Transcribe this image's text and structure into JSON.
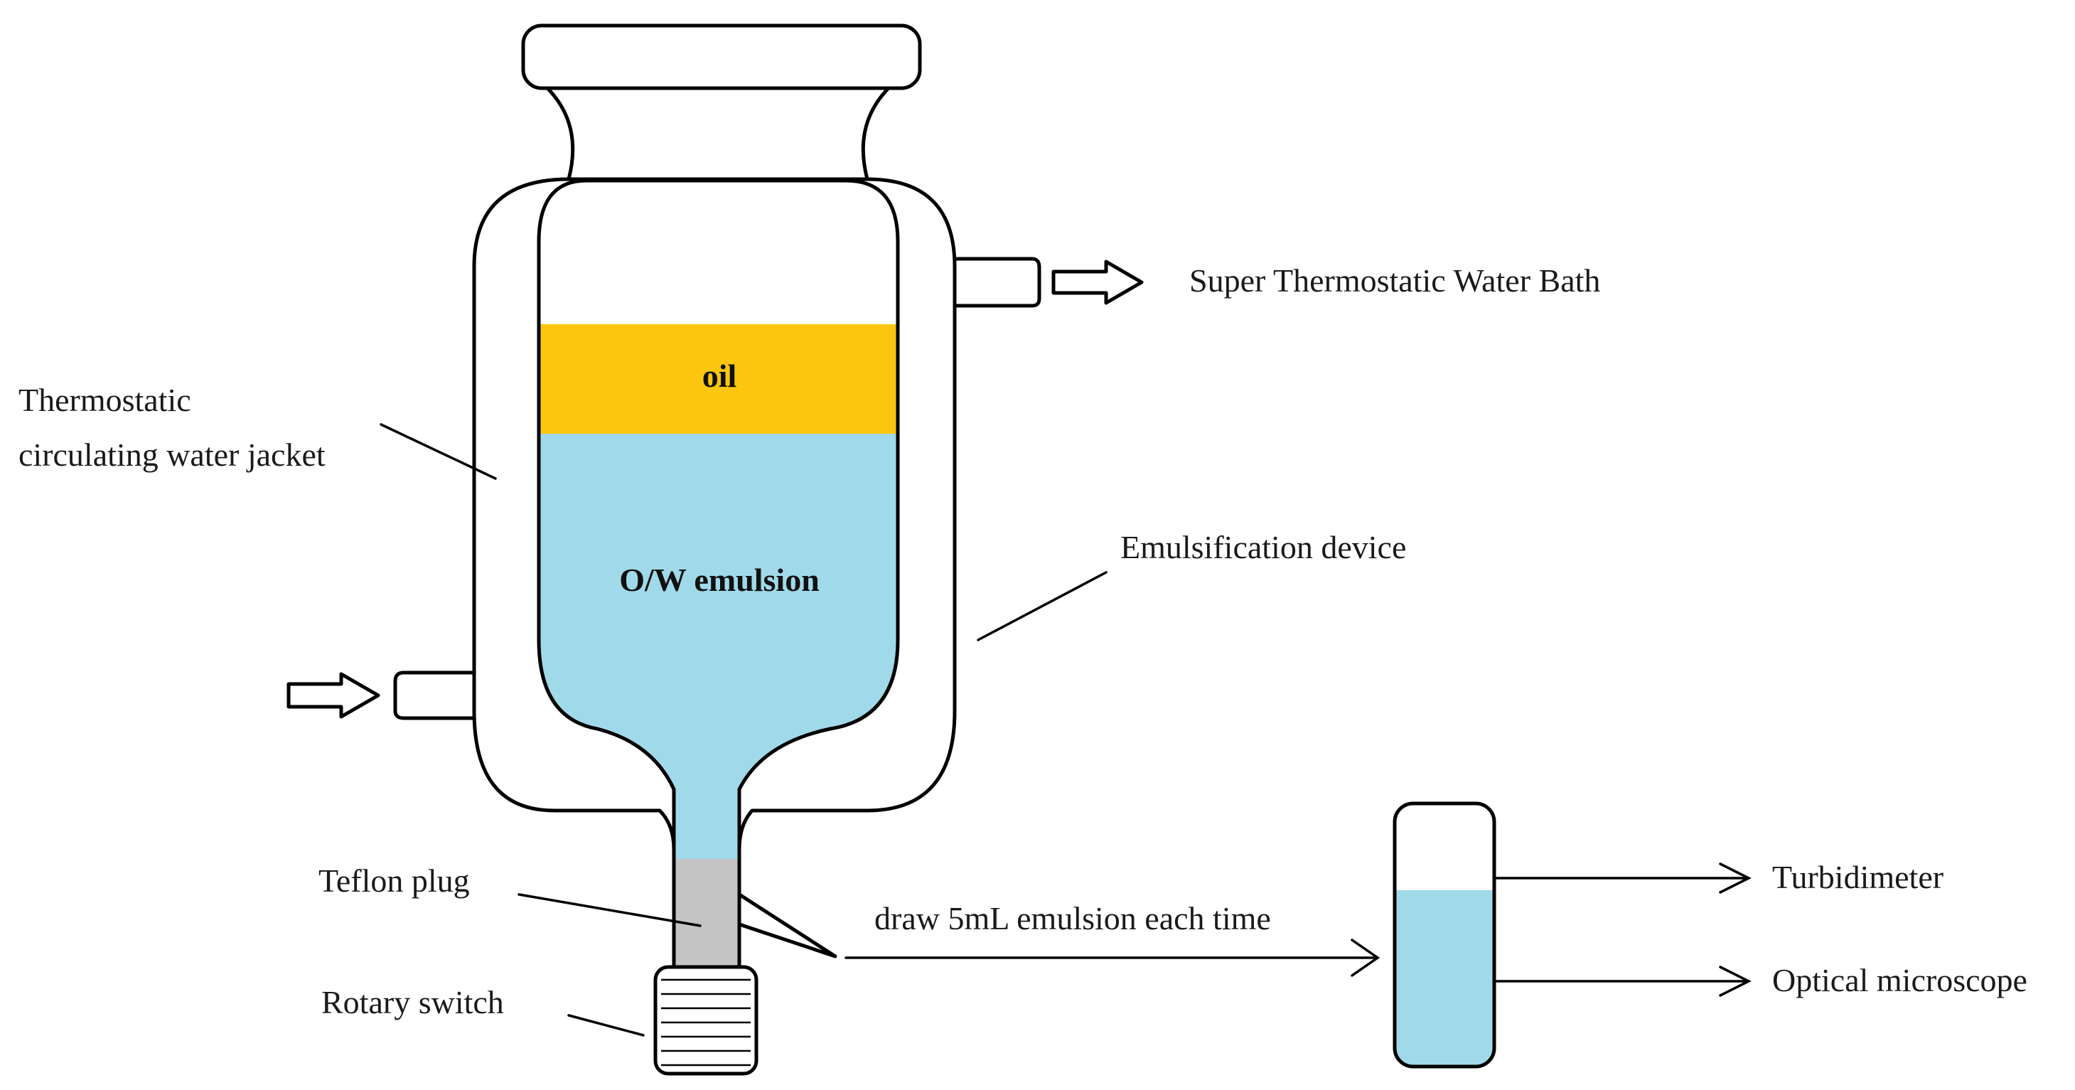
{
  "labels": {
    "water_bath": "Super Thermostatic Water Bath",
    "jacket_line1": "Thermostatic",
    "jacket_line2": "circulating water jacket",
    "emulsification_device": "Emulsification device",
    "teflon_plug": "Teflon plug",
    "rotary_switch": "Rotary switch",
    "draw_sample": "draw 5mL emulsion each time",
    "turbidimeter": "Turbidimeter",
    "optical_microscope": "Optical microscope"
  },
  "layers": {
    "oil": "oil",
    "emulsion": "O/W emulsion"
  },
  "colors": {
    "oil": "#FCC60E",
    "emulsion": "#A0DAEA",
    "plug": "#C4C4C4",
    "outline": "#000000"
  }
}
